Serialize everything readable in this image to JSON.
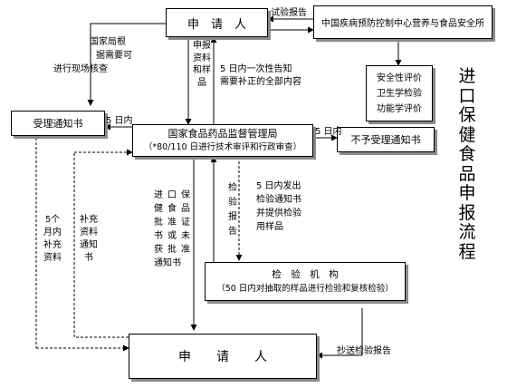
{
  "title": "进口保健食品申报流程",
  "boxes": {
    "applicant_top": "申　请　人",
    "cdc": "中国疾病预防控制中心营养与食品安全所",
    "cdc_tests": [
      "安全性评价",
      "卫生学检验",
      "功能学评价"
    ],
    "accept_notice": "受理通知书",
    "sfda_line1": "国家食品药品监督管理局",
    "sfda_line2": "（*80/110 日进行技术审评和行政审查）",
    "reject_notice": "不予受理通知书",
    "inspect_line1": "检　验　机　构",
    "inspect_line2": "（50 日内对抽取的样品进行检验和复核检验）",
    "applicant_bottom": "申　　请　　人"
  },
  "labels": {
    "sample_report": "试验报告",
    "bureau_check": [
      "国家局根",
      "据需要可",
      "进行现场核查"
    ],
    "submit_docs": "申报资料和样品",
    "notify_once": [
      "5 日内一次性告知",
      "需要补正的全部内容"
    ],
    "five_days_left": "5 日内",
    "five_days_right": "5 日内",
    "approval_col1": "进口保",
    "approval_col2": "健食品",
    "approval_col3": "批准证",
    "approval_col4": "书或未",
    "approval_col5": "获批准",
    "approval_col6": "通知书",
    "inspection_report": "检验报告",
    "issue_notice": [
      "5 日内发出",
      "检验通知书",
      "并提供检验",
      "用样品"
    ],
    "five_month_supp": "5个月内补充资料",
    "supp_notice": "补充资料通知书",
    "copy_report": "抄送检验报告"
  }
}
